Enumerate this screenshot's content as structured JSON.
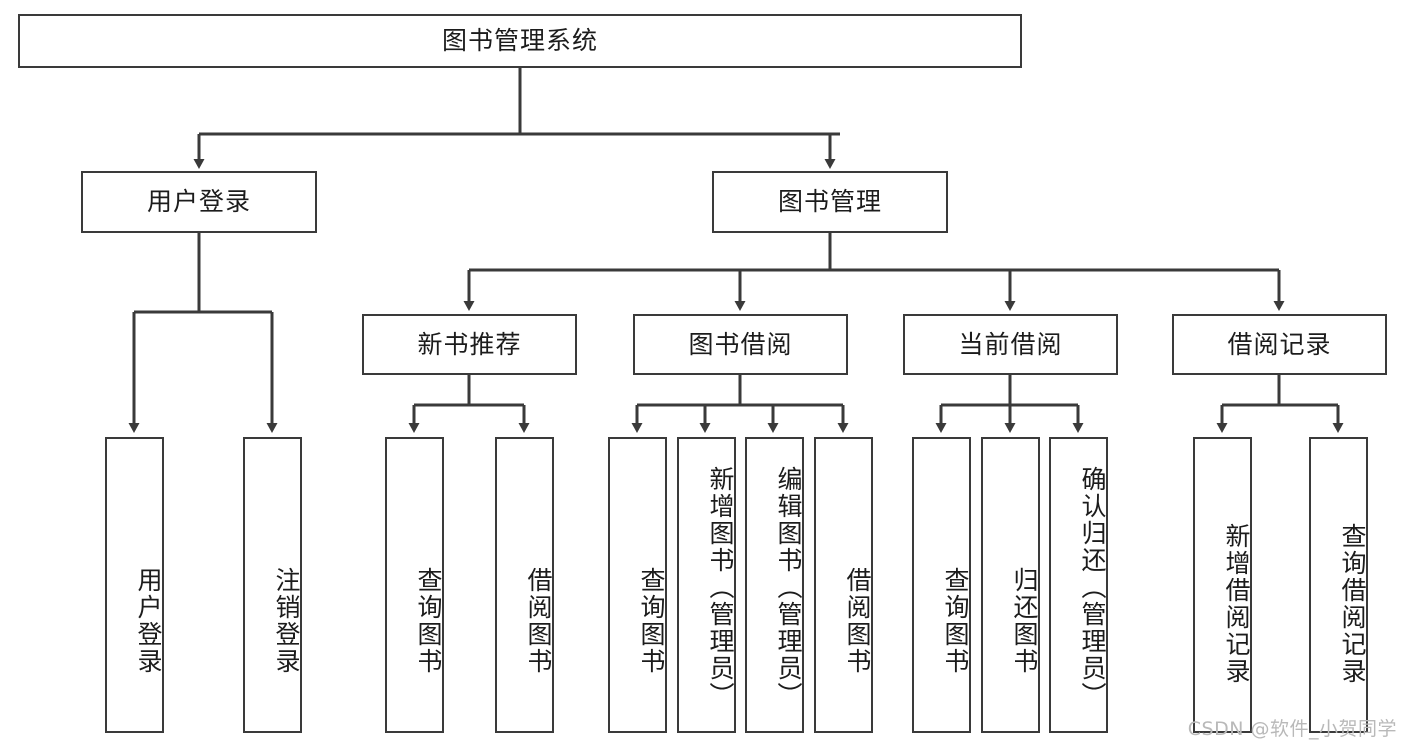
{
  "diagram": {
    "type": "tree-hierarchy",
    "root": {
      "label": "图书管理系统"
    },
    "level2": [
      {
        "label": "用户登录"
      },
      {
        "label": "图书管理"
      }
    ],
    "level3": [
      {
        "label": "新书推荐"
      },
      {
        "label": "图书借阅"
      },
      {
        "label": "当前借阅"
      },
      {
        "label": "借阅记录"
      }
    ],
    "leaves": {
      "user_login": [
        {
          "label": "用户登录"
        },
        {
          "label": "注销登录"
        }
      ],
      "new_book_recommend": [
        {
          "label": "查询图书"
        },
        {
          "label": "借阅图书"
        }
      ],
      "book_borrow": [
        {
          "label": "查询图书"
        },
        {
          "label": "新增图书（管理员）"
        },
        {
          "label": "编辑图书（管理员）"
        },
        {
          "label": "借阅图书"
        }
      ],
      "current_borrow": [
        {
          "label": "查询图书"
        },
        {
          "label": "归还图书"
        },
        {
          "label": "确认归还（管理员）"
        }
      ],
      "borrow_record": [
        {
          "label": "新增借阅记录"
        },
        {
          "label": "查询借阅记录"
        }
      ]
    }
  },
  "watermark": {
    "text": "CSDN @软件_小贺同学"
  },
  "colors": {
    "stroke": "#3a3a3a",
    "background": "#ffffff",
    "text": "#1c1c1c",
    "watermark": "#b9b9b9"
  }
}
